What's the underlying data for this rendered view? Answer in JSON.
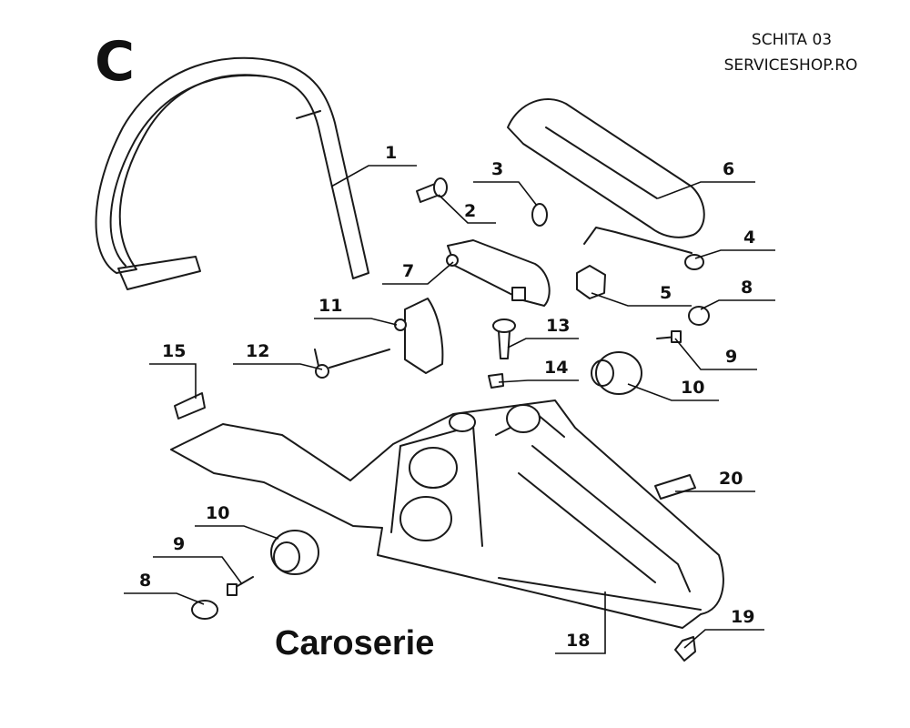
{
  "header": {
    "line1": "SCHITA 03",
    "line2": "SERVICESHOP.RO"
  },
  "section_letter": "C",
  "caption": "Caroserie",
  "callouts": [
    "1",
    "2",
    "3",
    "4",
    "5",
    "6",
    "7",
    "8",
    "9",
    "10",
    "11",
    "12",
    "13",
    "14",
    "15",
    "18",
    "19",
    "20",
    "10",
    "9",
    "8"
  ]
}
